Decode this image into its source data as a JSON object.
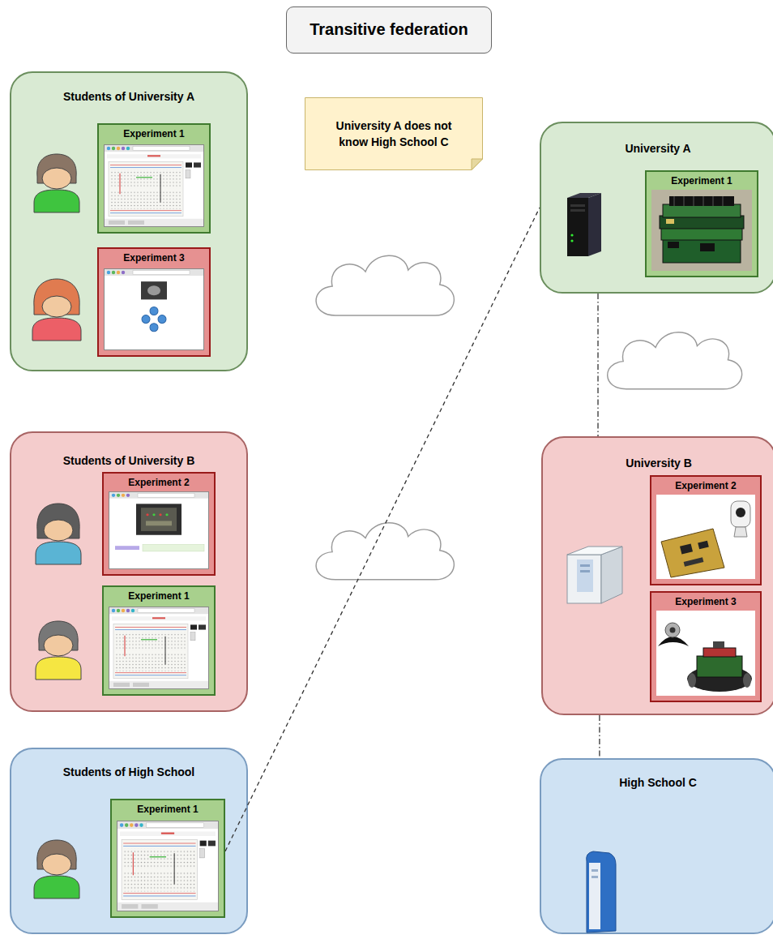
{
  "diagram": {
    "title": "Transitive federation",
    "nodes": [
      {
        "text": [
          "Students of University A"
        ]
      },
      {
        "text": [
          "Experiment 1"
        ],
        "in": 0
      },
      {
        "text": [
          "Experiment 3"
        ],
        "in": 0
      },
      {
        "text": [
          "University A does not know High School C"
        ]
      },
      {
        "text": [
          "University A"
        ]
      },
      {
        "text": [
          "Experiment 1"
        ],
        "in": 4
      },
      {
        "text": [
          "Students of University B"
        ]
      },
      {
        "text": [
          "Experiment 2"
        ],
        "in": 6
      },
      {
        "text": [
          "Experiment 1"
        ],
        "in": 6
      },
      {
        "text": [
          "University B"
        ]
      },
      {
        "text": [
          "Experiment 2"
        ],
        "in": 9
      },
      {
        "text": [
          "Experiment 3"
        ],
        "in": 9
      },
      {
        "text": [
          "Students of High School"
        ]
      },
      {
        "text": [
          "Experiment 1"
        ],
        "in": 12
      },
      {
        "text": [
          "High School C"
        ]
      }
    ],
    "edges": [
      {
        "from": 13,
        "to": 4,
        "arrow": "none"
      },
      {
        "from": 4,
        "to": 9,
        "arrow": "none"
      },
      {
        "from": 9,
        "to": 14,
        "arrow": "none"
      }
    ]
  }
}
